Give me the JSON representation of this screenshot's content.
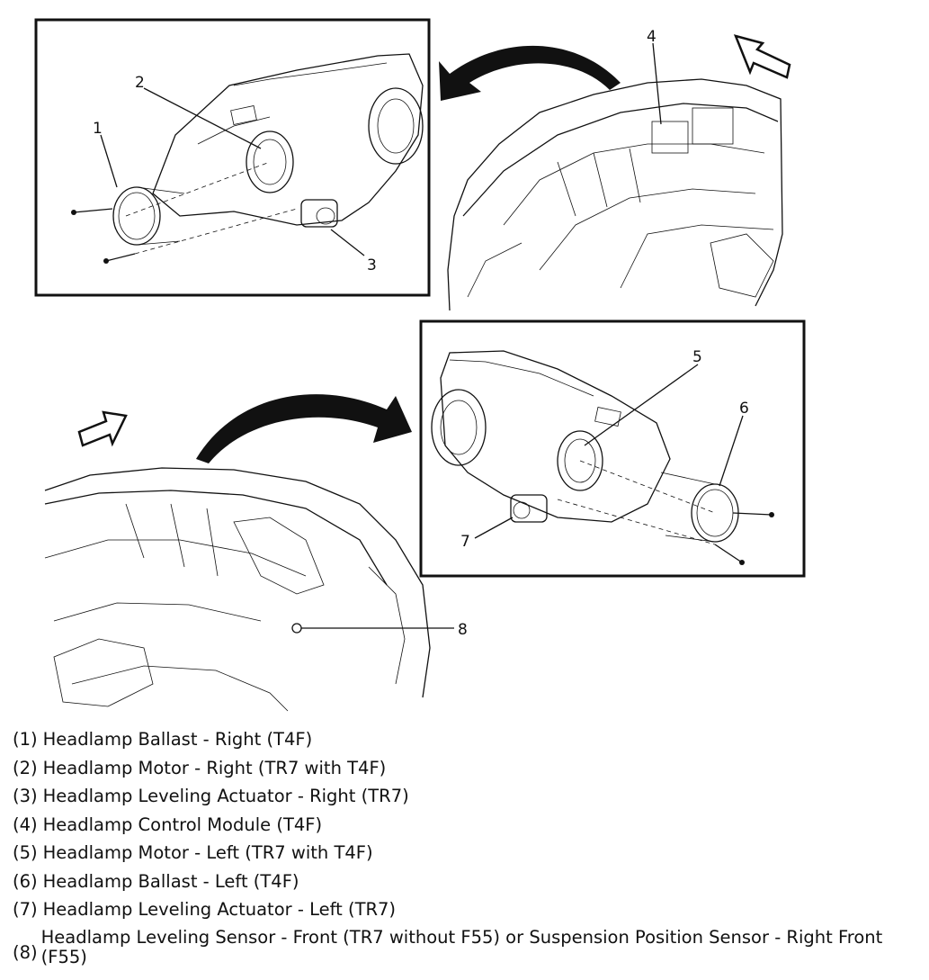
{
  "callouts": [
    "1",
    "2",
    "3",
    "4",
    "5",
    "6",
    "7",
    "8"
  ],
  "legend": [
    {
      "num": "(1)",
      "text": "Headlamp Ballast - Right (T4F)"
    },
    {
      "num": "(2)",
      "text": "Headlamp Motor - Right (TR7 with T4F)"
    },
    {
      "num": "(3)",
      "text": "Headlamp Leveling Actuator - Right (TR7)"
    },
    {
      "num": "(4)",
      "text": "Headlamp Control Module (T4F)"
    },
    {
      "num": "(5)",
      "text": "Headlamp Motor - Left (TR7 with T4F)"
    },
    {
      "num": "(6)",
      "text": "Headlamp Ballast - Left (T4F)"
    },
    {
      "num": "(7)",
      "text": "Headlamp Leveling Actuator - Left (TR7)"
    },
    {
      "num": "(8)",
      "text": "Headlamp Leveling Sensor - Front (TR7 without F55) or Suspension Position Sensor - Right Front (F55)"
    }
  ]
}
